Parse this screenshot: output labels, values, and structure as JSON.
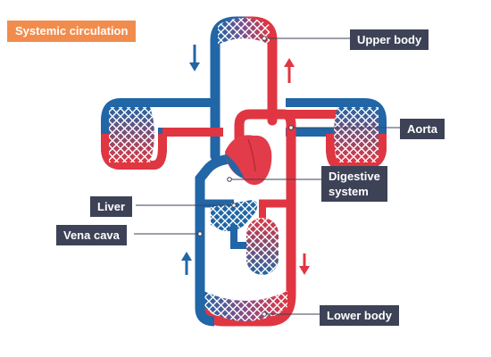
{
  "title": "Systemic circulation",
  "labels": {
    "upper_body": "Upper body",
    "aorta": "Aorta",
    "digestive_line1": "Digestive",
    "digestive_line2": "system",
    "liver": "Liver",
    "vena_cava": "Vena cava",
    "lower_body": "Lower body"
  },
  "colors": {
    "blood_oxygenated": "#e03641",
    "blood_deoxygenated": "#2166a6",
    "title_badge": "#f28c4d",
    "label_box": "#3d4257",
    "heart": "#e23b4a"
  },
  "icons": [
    "arrow-down-blue-icon",
    "arrow-up-red-icon",
    "arrow-down-red-icon",
    "arrow-up-blue-icon"
  ]
}
